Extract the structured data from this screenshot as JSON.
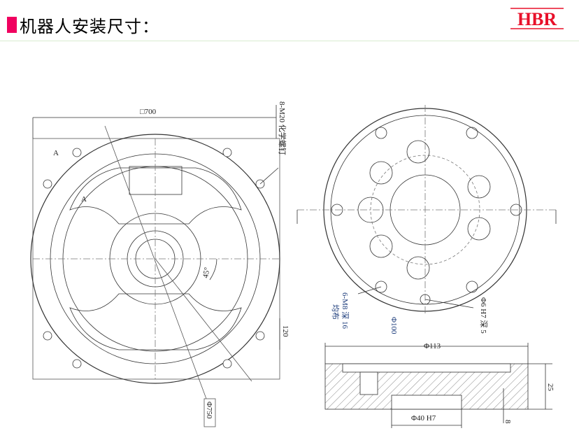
{
  "header": {
    "title": "机器人安装尺寸：",
    "logo_text": "HBR",
    "accent_color": "#f0005f",
    "logo_color": "#e8102a"
  },
  "left_view": {
    "square_dim": "□700",
    "bolt_note": "8-M20 化学螺钉",
    "diameter": "Φ750",
    "angle": "45°",
    "offset": "120",
    "section_mark": "A"
  },
  "right_view": {
    "holes_note": "6-M8 深 16",
    "holes_note2": "均布",
    "pcd": "Φ100",
    "pin_note": "Φ6 H7 深 5",
    "outer_dia": "Φ113",
    "bore": "Φ40 H7",
    "height": "25",
    "depth": "8"
  }
}
